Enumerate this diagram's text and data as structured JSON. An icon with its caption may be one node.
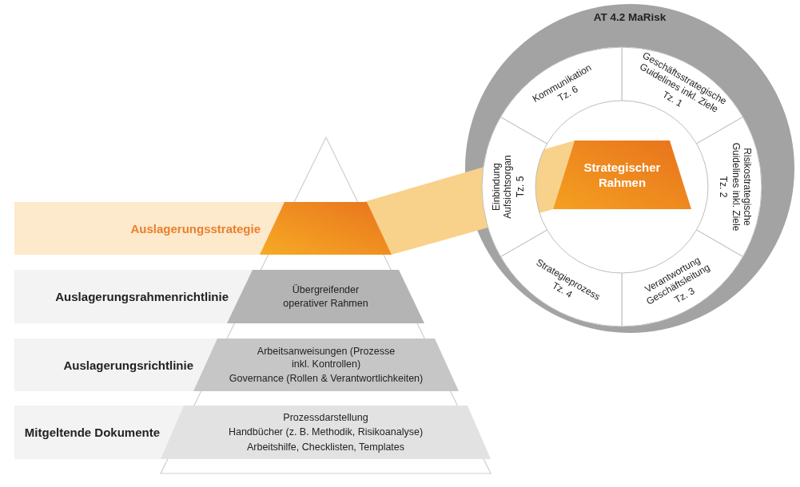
{
  "diagram": {
    "nodes": [
      {
        "text": [
          "Auslagerungsstrategie"
        ]
      },
      {
        "text": [],
        "shape": "trapezoid"
      },
      {
        "text": [
          "Auslagerungsrahmenrichtlinie"
        ]
      },
      {
        "text": [
          "Übergreifender operativer Rahmen"
        ]
      },
      {
        "text": [
          "Auslagerungsrichtlinie"
        ]
      },
      {
        "text": [
          "Arbeitsanweisungen (Prozesse inkl. Kontrollen)",
          "Governance (Rollen & Verantwortlichkeiten)"
        ]
      },
      {
        "text": [
          "Mitgeltende Dokumente"
        ]
      },
      {
        "text": [
          "Prozessdarstellung",
          "Handbücher (z. B. Methodik, Risikoanalyse)",
          "Arbeitshilfe, Checklisten, Templates"
        ]
      },
      {
        "text": [
          "AT 4.2 MaRisk"
        ]
      },
      {
        "text": [
          "Geschäftsstrategische Guidelines inkl. Ziele",
          "Tz. 1"
        ],
        "in": 8
      },
      {
        "text": [
          "Risikostrategische Guidelines inkl. Ziele",
          "Tz. 2"
        ],
        "in": 8
      },
      {
        "text": [
          "Verantwortung Geschäftsleitung",
          "Tz. 3"
        ],
        "in": 8
      },
      {
        "text": [
          "Strategieprozess",
          "Tz. 4"
        ],
        "in": 8
      },
      {
        "text": [
          "Einbindung Aufsichtsorgan",
          "Tz. 5"
        ],
        "in": 8
      },
      {
        "text": [
          "Kommunikation",
          "Tz. 6"
        ],
        "in": 8
      },
      {
        "text": [
          "Strategischer Rahmen"
        ],
        "in": 8
      }
    ]
  }
}
